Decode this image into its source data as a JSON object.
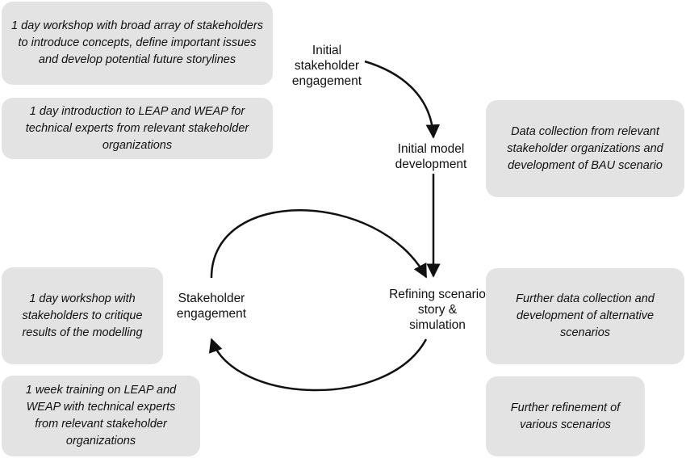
{
  "boxes": {
    "workshop_intro": "1 day workshop with broad array of stakeholders to introduce concepts, define important issues and develop potential future storylines",
    "leap_weap_intro": "1 day introduction to LEAP and WEAP for technical experts from relevant stakeholder organizations",
    "data_collection": "Data collection from relevant stakeholder organizations and development of BAU scenario",
    "workshop_critique": "1 day workshop with stakeholders to critique results of the modelling",
    "week_training": "1 week training on LEAP and WEAP with technical experts from relevant stakeholder organizations",
    "further_data": "Further data collection and development of alternative scenarios",
    "further_refinement": "Further refinement of various scenarios"
  },
  "nodes": {
    "initial_engagement": "Initial stakeholder engagement",
    "initial_model": "Initial model development",
    "refining": "Refining scenario story & simulation",
    "stakeholder_engagement": "Stakeholder engagement"
  },
  "colors": {
    "box_fill": "#e3e3e3",
    "arrow": "#111111"
  }
}
